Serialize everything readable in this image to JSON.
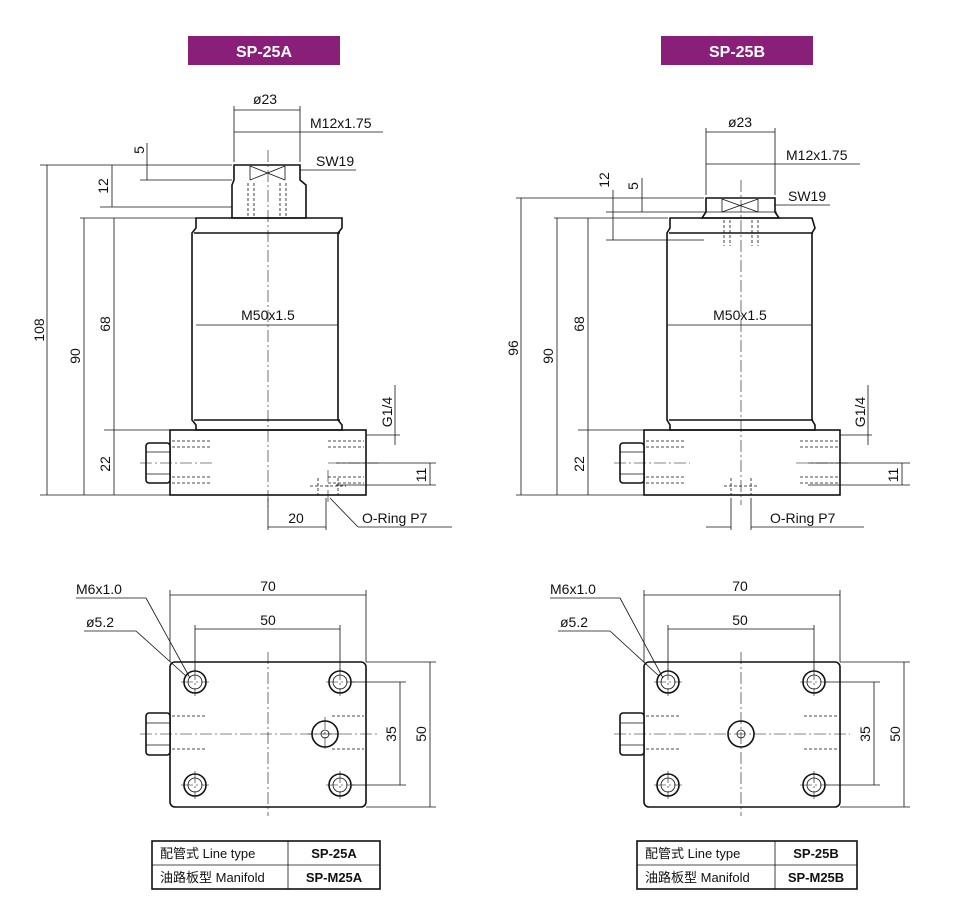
{
  "colors": {
    "badge": "#8a1f7a",
    "line": "#111111"
  },
  "left": {
    "model": "SP-25A",
    "dims": {
      "bore_top": "ø23",
      "thread_top": "M12x1.75",
      "d5": "5",
      "d12": "12",
      "sw": "SW19",
      "d108": "108",
      "d90": "90",
      "d68": "68",
      "body_thread": "M50x1.5",
      "port": "G1/4",
      "d22": "22",
      "d11": "11",
      "d20": "20",
      "oring": "O-Ring P7"
    },
    "bottom": {
      "m6": "M6x1.0",
      "d52": "ø5.2",
      "d70": "70",
      "d50": "50",
      "d35": "35",
      "h50": "50"
    },
    "table": {
      "row1_label": "配管式 Line type",
      "row1_value": "SP-25A",
      "row2_label": "油路板型 Manifold",
      "row2_value": "SP-M25A"
    }
  },
  "right": {
    "model": "SP-25B",
    "dims": {
      "bore_top": "ø23",
      "thread_top": "M12x1.75",
      "d12": "12",
      "d5": "5",
      "sw": "SW19",
      "d96": "96",
      "d90": "90",
      "d68": "68",
      "body_thread": "M50x1.5",
      "port": "G1/4",
      "d22": "22",
      "d11": "11",
      "oring": "O-Ring P7"
    },
    "bottom": {
      "m6": "M6x1.0",
      "d52": "ø5.2",
      "d70": "70",
      "d50": "50",
      "d35": "35",
      "h50": "50"
    },
    "table": {
      "row1_label": "配管式 Line type",
      "row1_value": "SP-25B",
      "row2_label": "油路板型 Manifold",
      "row2_value": "SP-M25B"
    }
  }
}
